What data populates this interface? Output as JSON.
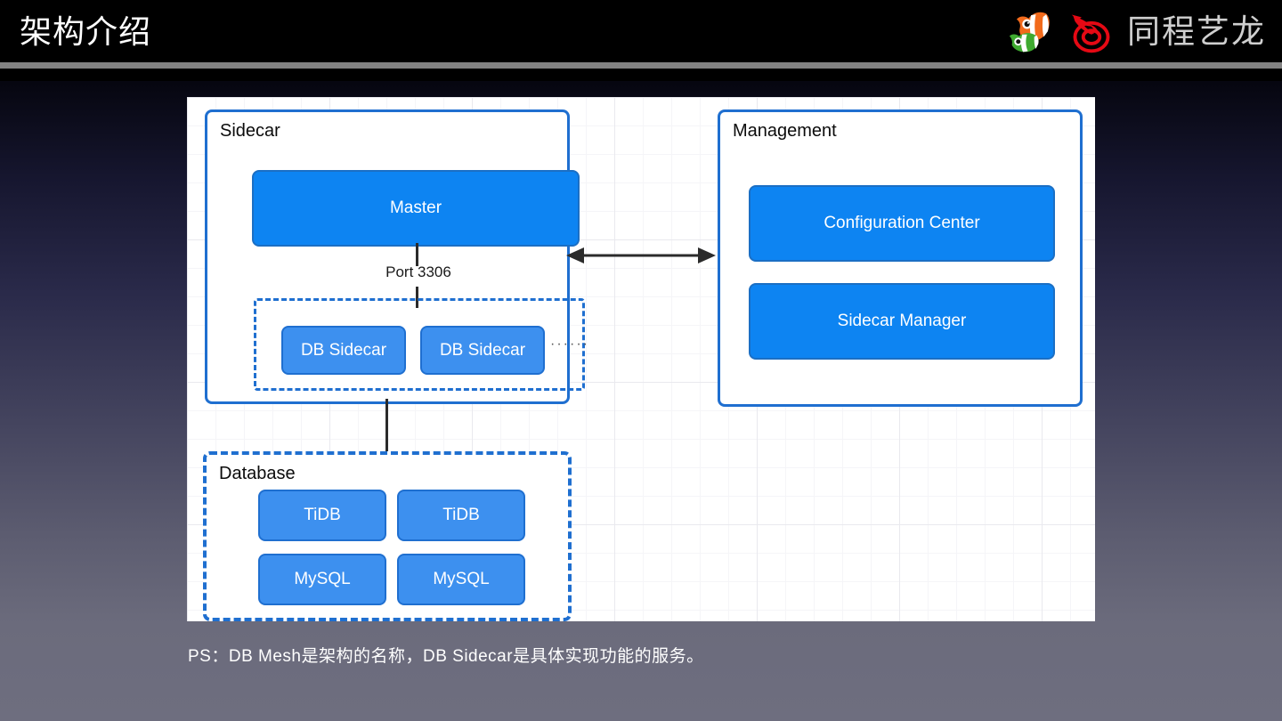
{
  "header": {
    "title": "架构介绍",
    "brand_text": "同程艺龙",
    "logos": [
      {
        "name": "clownfish-logo",
        "colors": [
          "#f07020",
          "#3faa30",
          "#ffffff"
        ]
      },
      {
        "name": "dragon-logo",
        "color": "#e50914"
      }
    ],
    "divider_color": "#828282"
  },
  "diagram": {
    "panels": [
      {
        "id": "sidecar",
        "title": "Sidecar",
        "border_style": "solid",
        "border_color": "#1f6fd0"
      },
      {
        "id": "management",
        "title": "Management",
        "border_style": "solid",
        "border_color": "#1f6fd0"
      },
      {
        "id": "database",
        "title": "Database",
        "border_style": "dashed",
        "border_color": "#1f6fd0"
      }
    ],
    "sidecar": {
      "master_label": "Master",
      "port_label": "Port 3306",
      "pool_dots": "······",
      "db_sidecars": [
        "DB Sidecar",
        "DB Sidecar"
      ]
    },
    "management": {
      "configuration_center_label": "Configuration Center",
      "sidecar_manager_label": "Sidecar Manager"
    },
    "database": {
      "nodes": [
        "TiDB",
        "TiDB",
        "MySQL",
        "MySQL"
      ]
    },
    "colors": {
      "primary_box": "#0d84f2",
      "secondary_box": "#3d90ef",
      "border_blue": "#1f6fd0",
      "connector": "#2b2b2b",
      "canvas_background": "#ffffff"
    }
  },
  "caption": {
    "text": "PS：DB Mesh是架构的名称，DB Sidecar是具体实现功能的服务。"
  }
}
